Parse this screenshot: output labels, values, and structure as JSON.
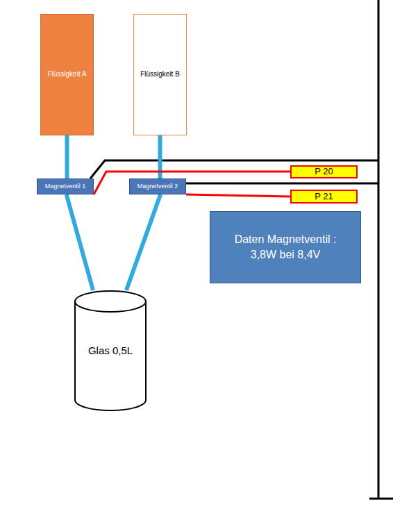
{
  "diagram": {
    "nodes": [
      {
        "text": [
          "Flüssigkeit A"
        ]
      },
      {
        "text": [
          "Flüssigkeit B"
        ]
      },
      {
        "text": [
          "Magnetventil 1"
        ]
      },
      {
        "text": [
          "Magnetventil 2"
        ]
      },
      {
        "text": [
          "P 20"
        ]
      },
      {
        "text": [
          "P 21"
        ]
      },
      {
        "text": [
          "Daten Magnetventil :",
          "3,8W bei 8,4V"
        ]
      },
      {
        "text": [
          "Glas 0,5L"
        ]
      }
    ],
    "edges": [
      {
        "from": 0,
        "to": 2,
        "arrow": "none"
      },
      {
        "from": 1,
        "to": 3,
        "arrow": "none"
      },
      {
        "from": 2,
        "to": 7,
        "arrow": "none"
      },
      {
        "from": 3,
        "to": 7,
        "arrow": "none"
      },
      {
        "from": 2,
        "to": 4,
        "arrow": "none"
      },
      {
        "from": 3,
        "to": 5,
        "arrow": "none"
      }
    ]
  }
}
